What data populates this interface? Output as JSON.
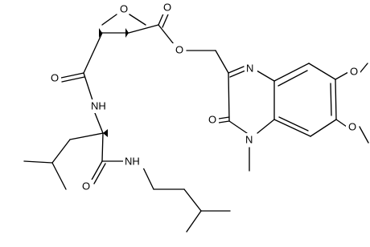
{
  "molecule": {
    "labels": {
      "epoxide_O": "O",
      "ester_carbonyl_O": "O",
      "ester_O": "O",
      "amide1_O": "O",
      "amide1_NH": "NH",
      "amide2_O": "O",
      "amide2_NH": "NH",
      "ring_N": "N",
      "ring_NMe": "N",
      "oxo_O": "O",
      "methoxy1_O": "O",
      "methoxy2_O": "O"
    }
  }
}
